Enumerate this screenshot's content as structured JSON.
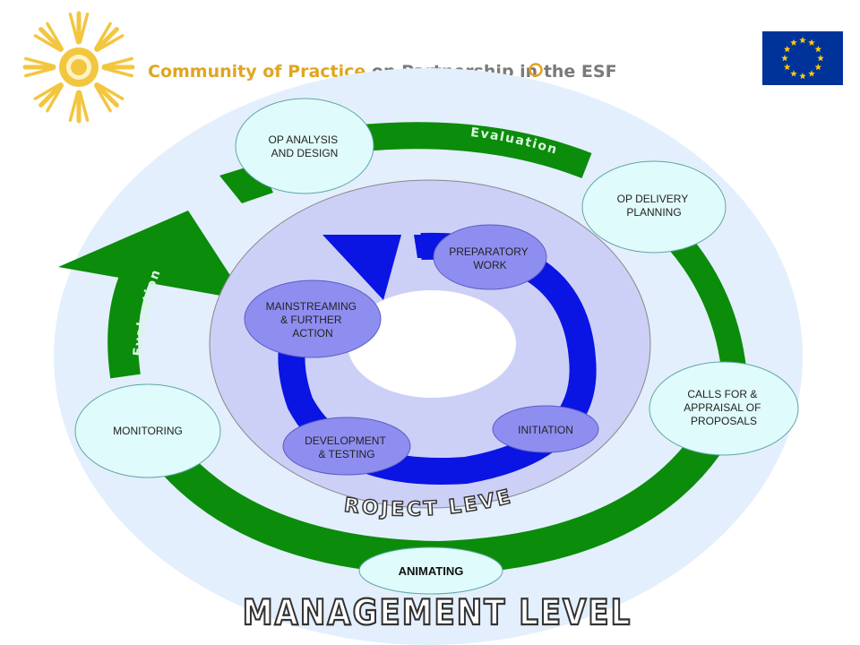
{
  "header": {
    "title_part1": "Community of Practice",
    "title_part2": " on ",
    "title_part3": "Partnership in the ESF",
    "title_suffix_mark": "o"
  },
  "colors": {
    "outer_field": "#e3effc",
    "inner_field": "#ccd0f7",
    "green_ring": "#0b8c0b",
    "blue_ring": "#0a14e3",
    "management_bubble": "#e0fbfb",
    "project_bubble": "#8e8ef0",
    "logo_gold": "#f3c640",
    "eu_blue": "#003399",
    "eu_star": "#ffcc00",
    "level_text": "#ffffff",
    "level_outline": "#333333"
  },
  "management_cycle": {
    "stages": [
      {
        "id": "op-analysis",
        "lines": [
          "OP ANALYSIS",
          "AND DESIGN"
        ]
      },
      {
        "id": "op-delivery",
        "lines": [
          "OP DELIVERY",
          "PLANNING"
        ]
      },
      {
        "id": "calls-for",
        "lines": [
          "CALLS FOR &",
          "APPRAISAL OF",
          "PROPOSALS"
        ]
      },
      {
        "id": "animating",
        "lines": [
          "ANIMATING"
        ]
      },
      {
        "id": "monitoring",
        "lines": [
          "MONITORING"
        ]
      }
    ],
    "evaluation_labels": [
      "Evaluation",
      "Evaluation"
    ],
    "level_label": "MANAGEMENT LEVEL"
  },
  "project_cycle": {
    "stages": [
      {
        "id": "preparatory",
        "lines": [
          "PREPARATORY",
          "WORK"
        ]
      },
      {
        "id": "initiation",
        "lines": [
          "INITIATION"
        ]
      },
      {
        "id": "development",
        "lines": [
          "DEVELOPMENT",
          "& TESTING"
        ]
      },
      {
        "id": "mainstreaming",
        "lines": [
          "MAINSTREAMING",
          "& FURTHER",
          "ACTION"
        ]
      }
    ],
    "level_label": "PROJECT LEVEL"
  }
}
